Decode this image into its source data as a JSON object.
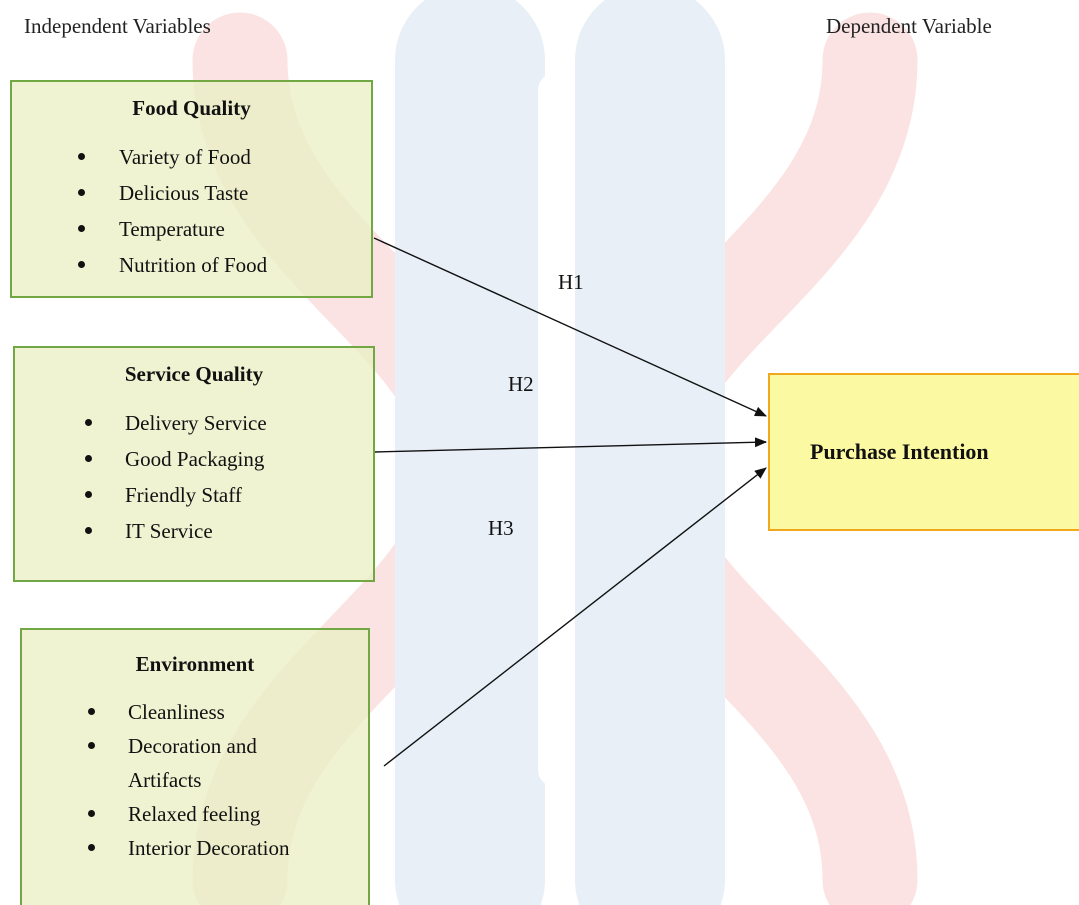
{
  "headings": {
    "independent": "Independent Variables",
    "dependent": "Dependent Variable"
  },
  "independent_variables": [
    {
      "title": "Food Quality",
      "items": [
        "Variety of Food",
        "Delicious Taste",
        "Temperature",
        "Nutrition of Food"
      ]
    },
    {
      "title": "Service Quality",
      "items": [
        "Delivery Service",
        "Good Packaging",
        "Friendly Staff",
        "IT Service"
      ]
    },
    {
      "title": "Environment",
      "items": [
        "Cleanliness",
        "Decoration and Artifacts",
        "Relaxed feeling",
        "Interior Decoration"
      ]
    }
  ],
  "dependent_variable": {
    "title": "Purchase Intention"
  },
  "hypotheses": [
    "H1",
    "H2",
    "H3"
  ],
  "colors": {
    "independent_box_fill": "#eaf0c4",
    "independent_box_border": "#72a843",
    "dependent_box_fill": "#fcf896",
    "dependent_box_border": "#f2a81c",
    "watermark_red": "#fbe3e3",
    "watermark_blue": "#e6eef7"
  }
}
